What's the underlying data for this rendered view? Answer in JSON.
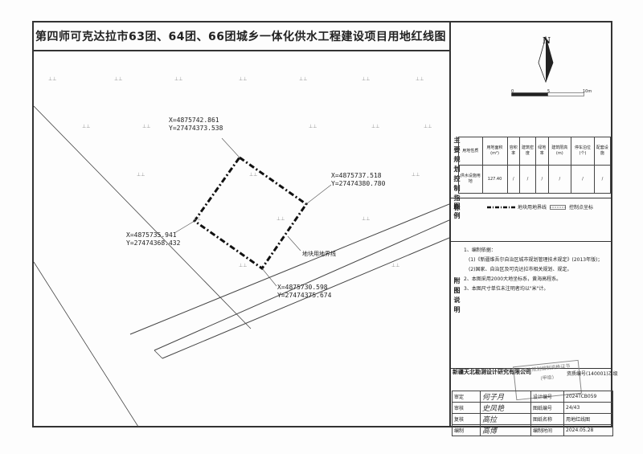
{
  "title": "第四师可克达拉市63团、64团、66团城乡一体化供水工程建设项目用地红线图",
  "map": {
    "coordinates": [
      {
        "x": "X=4875742.861",
        "y": "Y=27474373.538"
      },
      {
        "x": "X=4875737.518",
        "y": "Y=27474380.780"
      },
      {
        "x": "X=4875735.941",
        "y": "Y=27474368.432"
      },
      {
        "x": "X=4875730.598",
        "y": "Y=27474375.674"
      }
    ],
    "boundary_label": "地块用地界线",
    "farmland_symbol": "⊥⊥"
  },
  "north_arrow": {
    "label": "N"
  },
  "scale_bar": {
    "ticks": [
      "0",
      "5",
      "10m"
    ]
  },
  "side_labels": {
    "indicators": "主要规划控制指标",
    "legend": "图例",
    "notes": "附图说明"
  },
  "indicator_table": {
    "headers": [
      "用地性质",
      "用地面积(m²)",
      "容积率",
      "建筑密度",
      "绿地率",
      "建筑限高(m)",
      "停车泊位(个)",
      "配套设施"
    ],
    "values": [
      "供水设施用地",
      "127.40",
      "/",
      "/",
      "/",
      "/",
      "/",
      "/"
    ]
  },
  "legend": {
    "items": [
      "地块用地界线",
      "控制点坐标"
    ]
  },
  "notes": [
    "1、编制依据：",
    "(1)《新疆维吾尔自治区城市规划管理技术规定》(2013年版)；",
    "(2)国家、自治区及可克达拉市相关规划、规定。",
    "2、本图采用2000大地坐标系，黄海高程系。",
    "3、本图尺寸单位未注明者均以\"米\"计。"
  ],
  "title_block": {
    "company": "新疆天北勘测设计研究有限公司",
    "stamp_text": [
      "城乡规划编制资格证书",
      "(甲级)"
    ],
    "qualification": "资质编号(140001)乙级",
    "roles": [
      "审定",
      "审核",
      "复核",
      "编制"
    ],
    "signatures": [
      "何子月",
      "史凤艳",
      "高拉",
      "高博"
    ],
    "fields": [
      {
        "label": "设计编号",
        "value": "2024TCB059"
      },
      {
        "label": "图纸编号",
        "value": "24/43"
      },
      {
        "label": "图纸名称",
        "value": "用地红线图"
      },
      {
        "label": "编制时间",
        "value": "2024.05.28"
      }
    ]
  }
}
